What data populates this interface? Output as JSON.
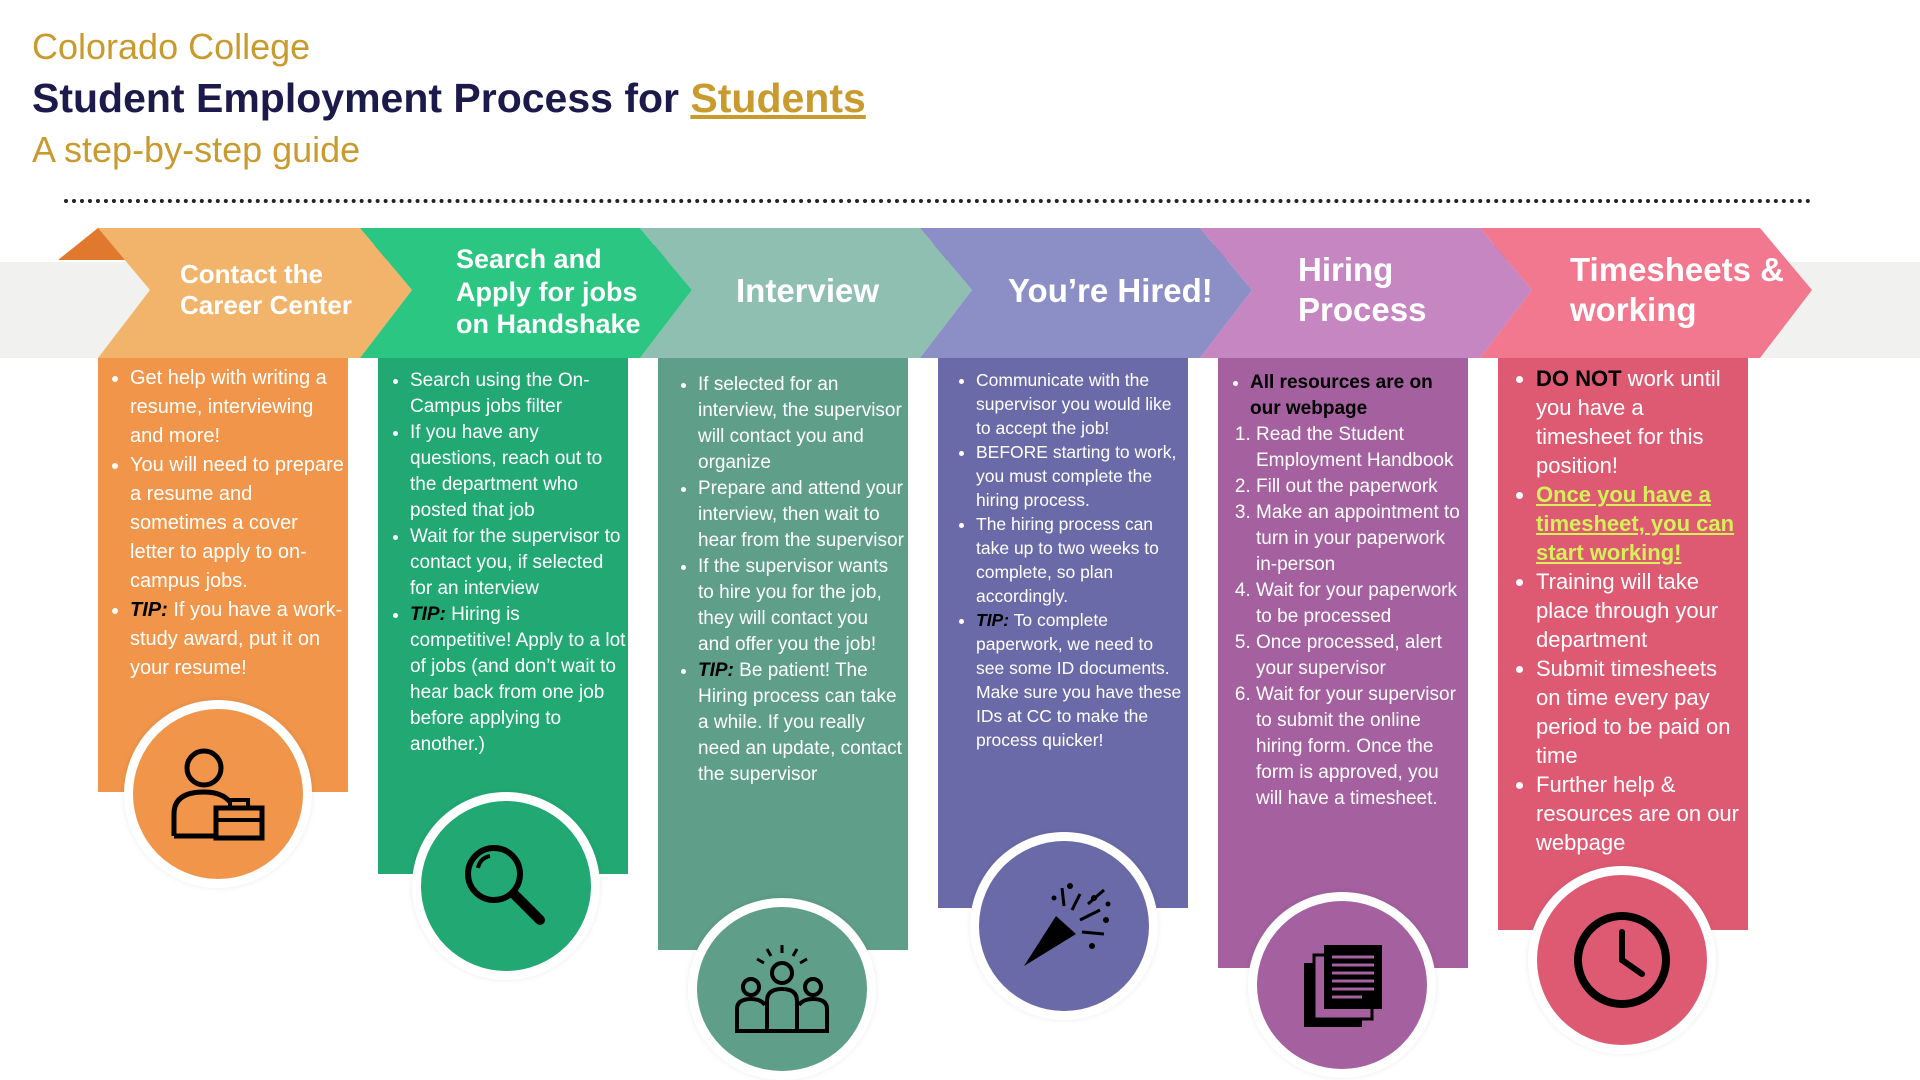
{
  "header": {
    "college": "Colorado College",
    "title_prefix": "Student Employment Process for ",
    "title_link": "Students",
    "subtitle": "A step-by-step guide"
  },
  "steps": [
    {
      "title": "Contact the Career Center",
      "color": "#f0954a",
      "items": [
        "Get help with writing a resume, interviewing and more!",
        "You will need to prepare a resume and sometimes a cover letter to apply to on-campus jobs."
      ],
      "tip_label": "TIP:",
      "tip": "If you have a work-study award, put it on your resume!",
      "icon": "person-briefcase-icon"
    },
    {
      "title": "Search and Apply for jobs on Handshake",
      "color": "#22a873",
      "items": [
        "Search using the On-Campus jobs filter",
        "If you have any questions, reach out to the department who posted that job",
        "Wait for the supervisor to contact you, if selected for an interview"
      ],
      "tip_label": "TIP:",
      "tip": "Hiring is competitive! Apply to a lot of jobs (and don’t wait to hear back from one job before applying to another.)",
      "icon": "search-icon"
    },
    {
      "title": "Interview",
      "color": "#5f9e89",
      "items": [
        "If selected for an interview, the supervisor will contact you and organize",
        "Prepare and attend your interview, then wait to hear from the supervisor",
        "If the supervisor wants to hire you for the job, they will contact you and offer you the job!"
      ],
      "tip_label": "TIP:",
      "tip": "Be patient! The Hiring process can take a while. If you really need an update, contact the supervisor",
      "icon": "group-icon"
    },
    {
      "title": "You’re Hired!",
      "color": "#6a6aa8",
      "items": [
        "Communicate with the supervisor you would like to accept the job!",
        "BEFORE starting to work, you must complete the hiring process.",
        "The hiring process can take up to two weeks to complete, so plan accordingly."
      ],
      "tip_label": "TIP:",
      "tip": "To complete paperwork, we need to see some ID documents. Make sure you have these IDs at CC to make the process quicker!",
      "icon": "party-popper-icon"
    },
    {
      "title": "Hiring Process",
      "color": "#a4609f",
      "lead": "All resources are on our webpage",
      "numbered": [
        "Read the Student Employment Handbook",
        "Fill out the paperwork",
        "Make an appointment to turn in your paperwork in-person",
        "Wait for your paperwork to be processed",
        "Once processed, alert your supervisor",
        "Wait for your supervisor to submit the online hiring form. Once the form is approved, you will have a timesheet."
      ],
      "icon": "documents-icon"
    },
    {
      "title": "Timesheets & working",
      "color": "#de5a72",
      "first_bold": "DO NOT",
      "first_rest": " work until you have a timesheet for this position!",
      "highlight": "Once you have a timesheet, you can start working!",
      "items": [
        "Training will take place through your department",
        "Submit timesheets on time every pay period to be paid on time",
        "Further help & resources are on our webpage"
      ],
      "icon": "clock-icon"
    }
  ]
}
